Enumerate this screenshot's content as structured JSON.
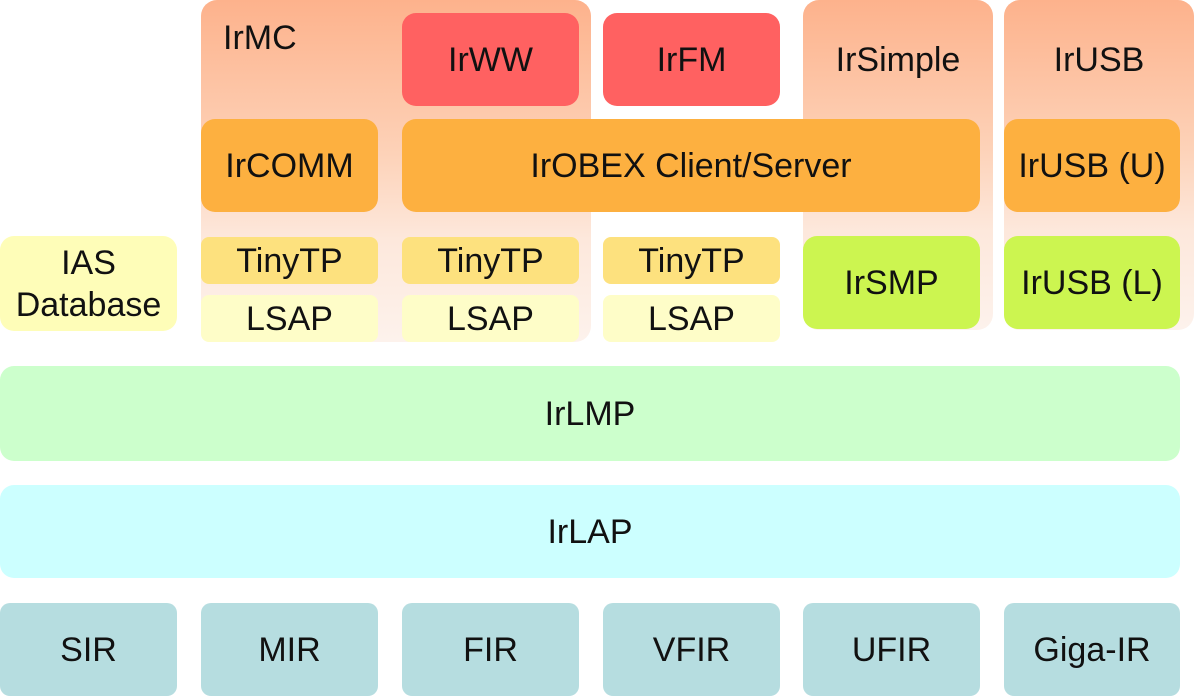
{
  "panels": {
    "irmc": "IrMC",
    "irsimple": "IrSimple",
    "irusb": "IrUSB"
  },
  "applications": {
    "irww": "IrWW",
    "irfm": "IrFM"
  },
  "services": {
    "ircomm": "IrCOMM",
    "irobex": "IrOBEX Client/Server",
    "irusb_u": "IrUSB (U)"
  },
  "transport": {
    "tinytp": [
      "TinyTP",
      "TinyTP",
      "TinyTP"
    ],
    "lsap": [
      "LSAP",
      "LSAP",
      "LSAP"
    ],
    "irsmp": "IrSMP",
    "irusb_l": "IrUSB (L)"
  },
  "ias": {
    "line1": "IAS",
    "line2": "Database"
  },
  "link": {
    "irlmp": "IrLMP",
    "irlap": "IrLAP"
  },
  "physical": [
    "SIR",
    "MIR",
    "FIR",
    "VFIR",
    "UFIR",
    "Giga-IR"
  ],
  "colors": {
    "panel_gradient_top": "#fdb28c",
    "application": "#ff6161",
    "service": "#fdb040",
    "tinytp": "#fde17e",
    "lsap": "#fefdc8",
    "ias": "#fefdb8",
    "irsmp": "#ccf550",
    "irlmp": "#ccffcc",
    "irlap": "#ccffff",
    "physical": "#b6dde0"
  }
}
